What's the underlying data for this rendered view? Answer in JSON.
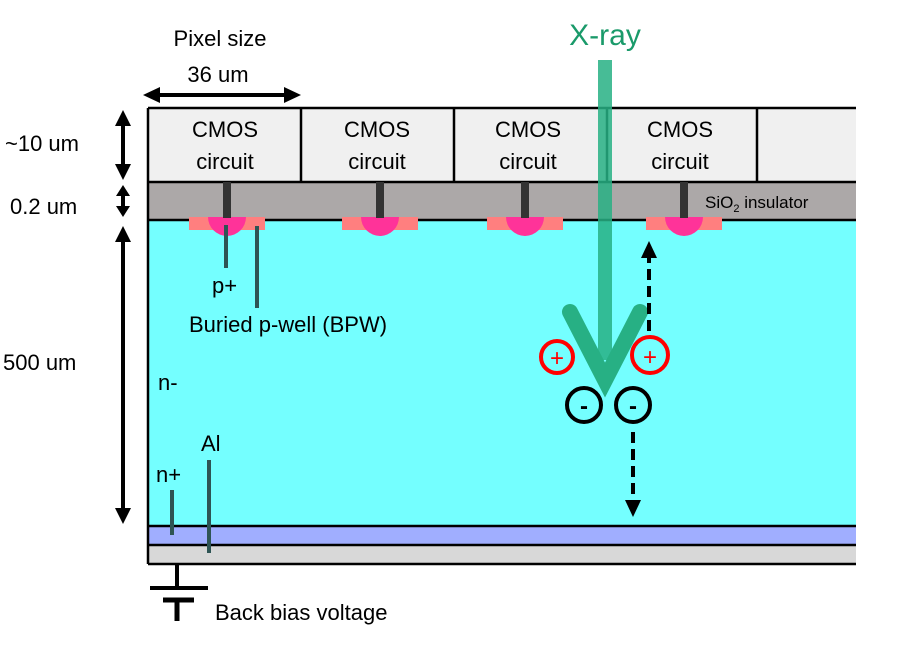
{
  "diagram": {
    "title_labels": {
      "pixel_size": "Pixel size",
      "pixel_size_value": "36 um",
      "xray": "X-ray"
    },
    "dimensions": {
      "cmos_thickness": "~10 um",
      "insulator_thickness": "0.2 um",
      "substrate_thickness": "500 um"
    },
    "cmos_cells": [
      {
        "line1": "CMOS",
        "line2": "circuit"
      },
      {
        "line1": "CMOS",
        "line2": "circuit"
      },
      {
        "line1": "CMOS",
        "line2": "circuit"
      },
      {
        "line1": "CMOS",
        "line2": "circuit"
      }
    ],
    "insulator": {
      "prefix": "SiO",
      "subscript": "2",
      "suffix": " insulator"
    },
    "region_labels": {
      "p_plus": "p+",
      "bpw": "Buried p-well (BPW)",
      "n_minus": "n-",
      "n_plus": "n+",
      "al": "Al",
      "back_bias": "Back bias voltage"
    },
    "charges": {
      "hole_symbol": "+",
      "electron_symbol": "-"
    },
    "colors": {
      "cmos": "#f0f0f0",
      "insulator": "#aca8a8",
      "substrate": "#74ffff",
      "n_plus_layer": "#a0aeff",
      "al_layer": "#d8d8d8",
      "bpw": "#ff7f7f",
      "p_plus": "#ff3399",
      "contact": "#333333",
      "xray": "#27b084",
      "xray_label": "#1a9a6a",
      "hole": "#ff0000",
      "electron": "#000000",
      "leader": "#2e5454"
    }
  }
}
